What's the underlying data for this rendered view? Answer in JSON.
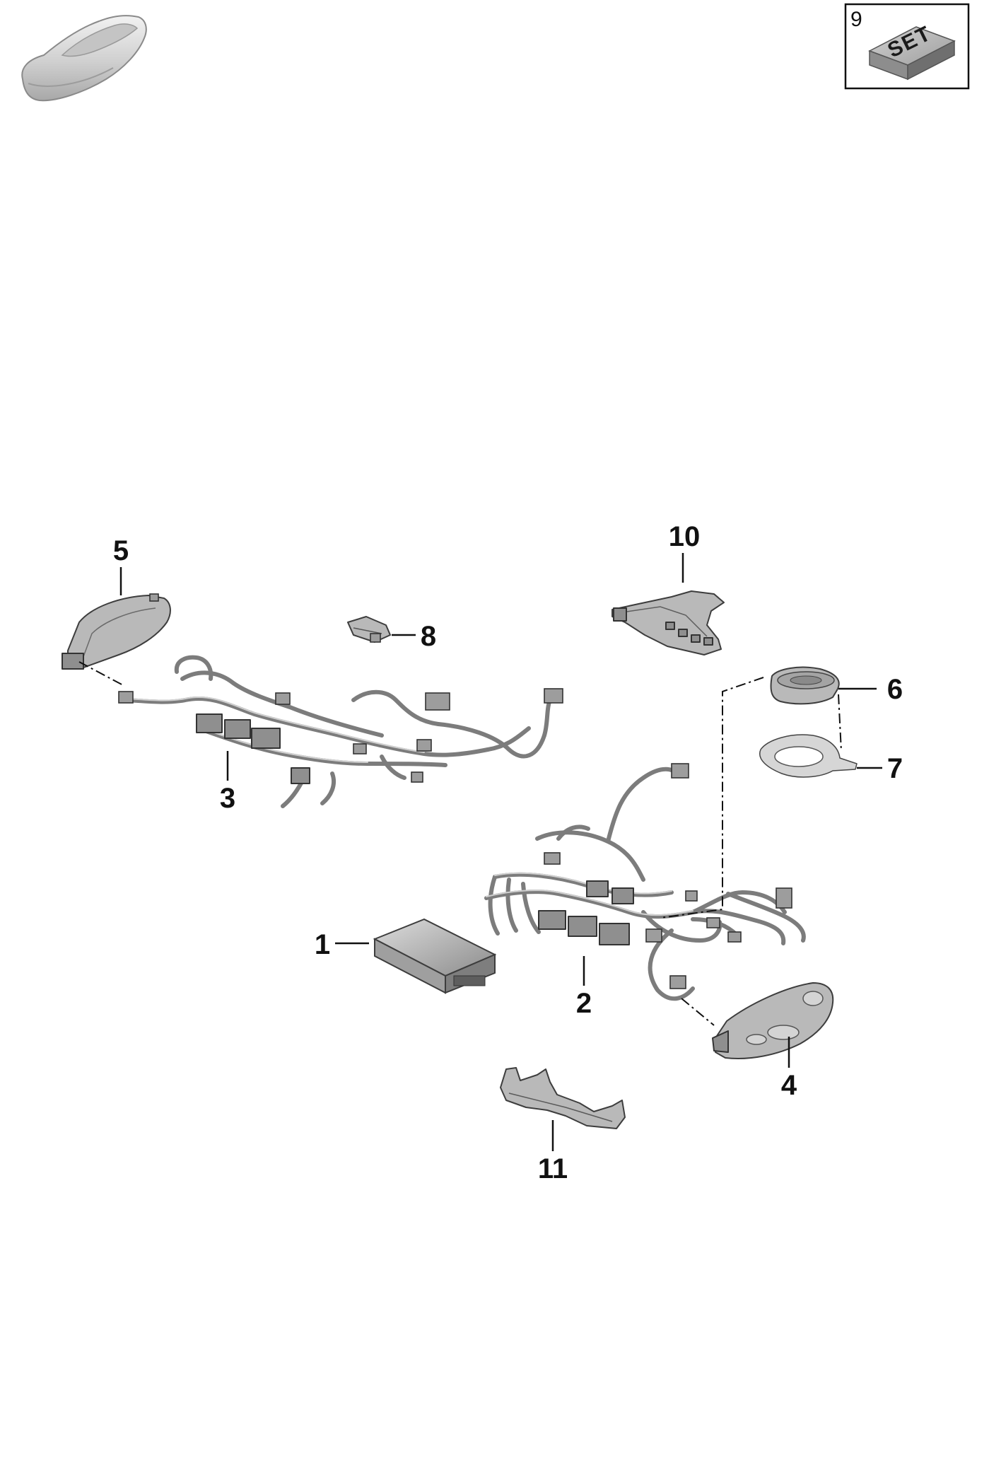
{
  "kit_badge": {
    "number": "9",
    "label": "SET"
  },
  "callouts": [
    {
      "id": "c1",
      "label": "1"
    },
    {
      "id": "c2",
      "label": "2"
    },
    {
      "id": "c3",
      "label": "3"
    },
    {
      "id": "c4",
      "label": "4"
    },
    {
      "id": "c5",
      "label": "5"
    },
    {
      "id": "c6",
      "label": "6"
    },
    {
      "id": "c7",
      "label": "7"
    },
    {
      "id": "c8",
      "label": "8"
    },
    {
      "id": "c10",
      "label": "10"
    },
    {
      "id": "c11",
      "label": "11"
    }
  ],
  "colors": {
    "part_fill": "#b9b9b9",
    "wire": "#7c7c7c",
    "outline": "#3d3d3d",
    "text": "#111111"
  },
  "icons": {
    "vehicle": "car-silhouette-icon",
    "kit": "set-box-icon"
  }
}
